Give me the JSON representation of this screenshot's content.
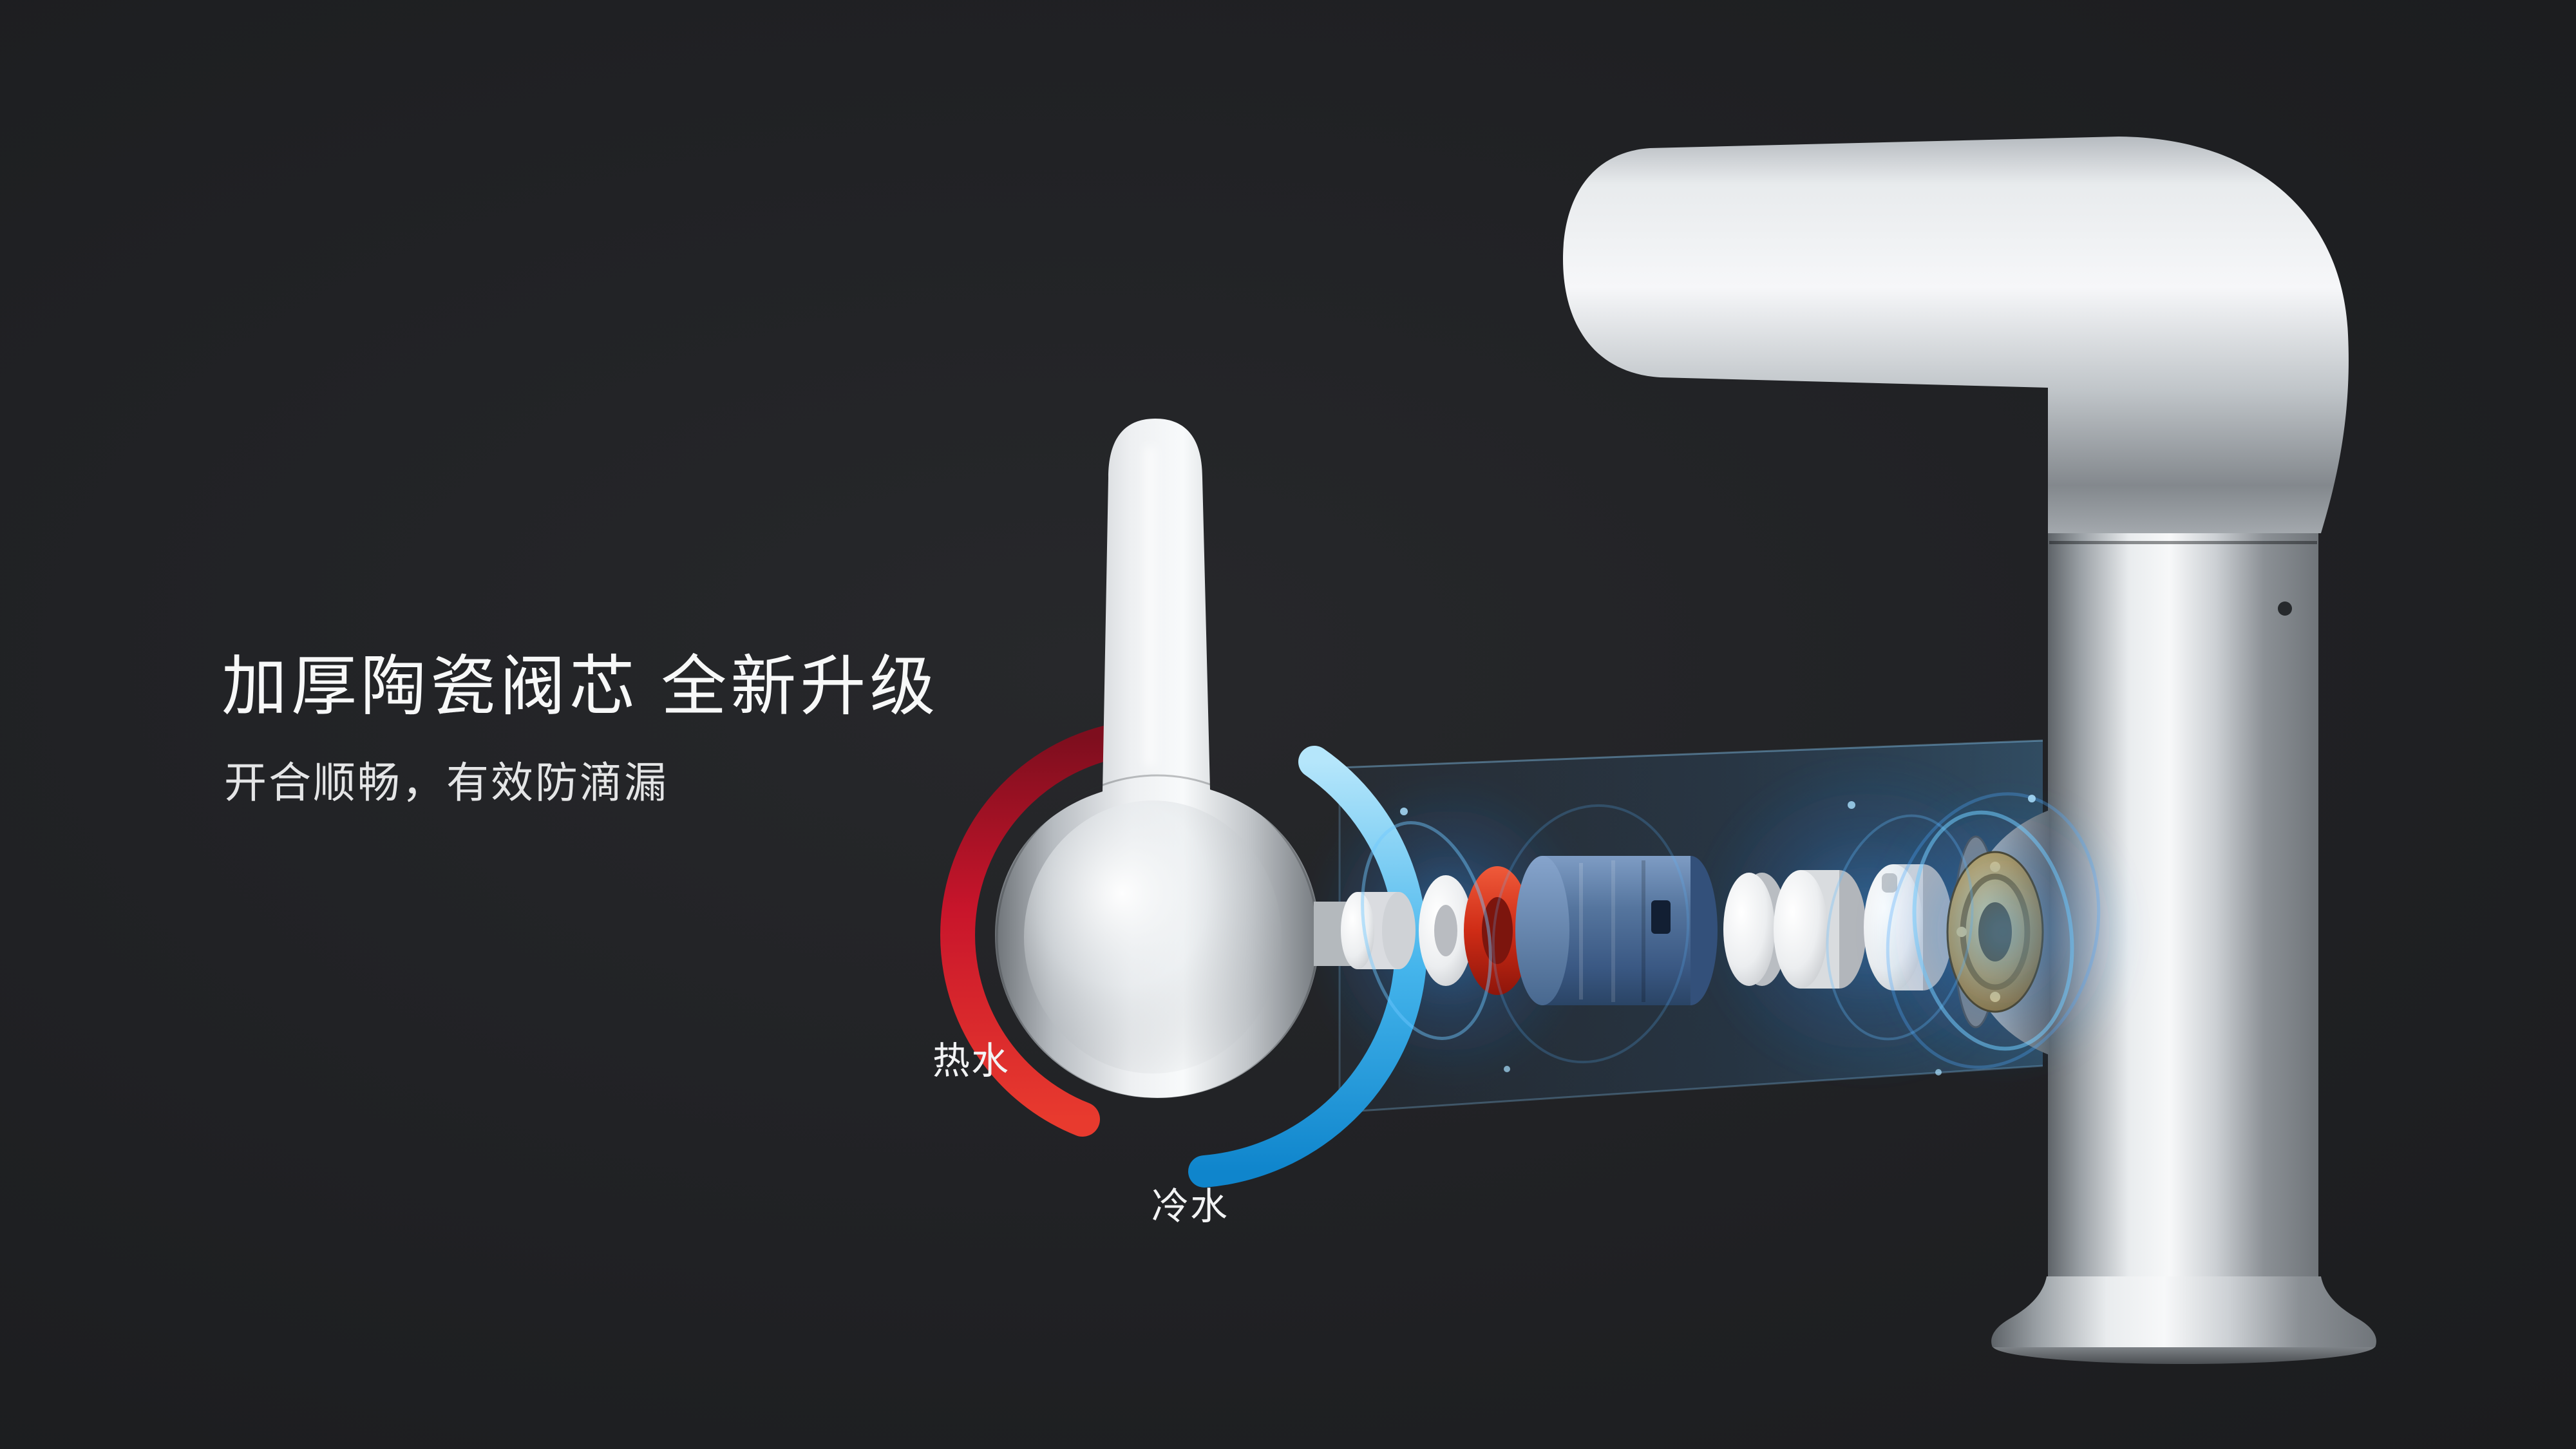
{
  "headline": {
    "text": "加厚陶瓷阀芯  全新升级"
  },
  "subheadline": {
    "text": "开合顺畅，有效防滴漏"
  },
  "annotations": {
    "hot_water_label": "热水",
    "cold_water_label": "冷水"
  },
  "colors": {
    "background": "#202124",
    "text_primary": "#f7f8f8",
    "text_secondary": "#e4e5e6",
    "hot_red": "#d0182b",
    "cold_blue": "#35aae6",
    "glow_blue": "#3aa0f0",
    "cartridge_blue": "#3f5f8c",
    "seal_red": "#c02c18",
    "brass_gold": "#bf9a4d",
    "chrome_light": "#f4f6f7",
    "chrome_dark": "#6a6f74"
  }
}
